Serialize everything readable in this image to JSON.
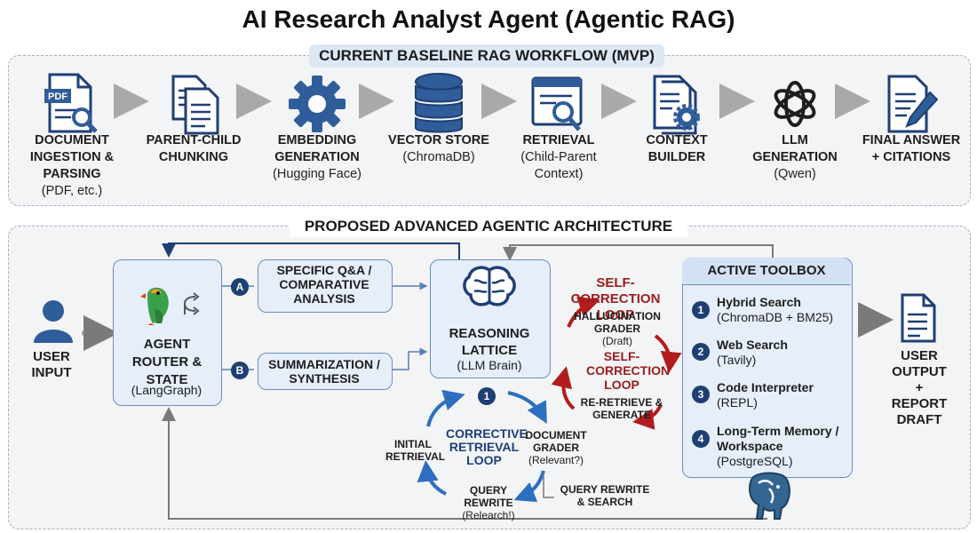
{
  "title": "AI Research Analyst Agent (Agentic RAG)",
  "baseline": {
    "header": "CURRENT BASELINE RAG WORKFLOW (MVP)",
    "pdf_label": "PDF",
    "stages": [
      {
        "name": "DOCUMENT INGESTION & PARSING",
        "sub": "(PDF, etc.)",
        "icon": "document-search-icon"
      },
      {
        "name": "PARENT-CHILD CHUNKING",
        "sub": "",
        "icon": "documents-stack-icon"
      },
      {
        "name": "EMBEDDING GENERATION",
        "sub": "(Hugging Face)",
        "icon": "gear-icon"
      },
      {
        "name": "VECTOR STORE",
        "sub": "(ChromaDB)",
        "icon": "database-icon"
      },
      {
        "name": "RETRIEVAL",
        "sub": "(Child-Parent Context)",
        "icon": "window-search-icon"
      },
      {
        "name": "CONTEXT BUILDER",
        "sub": "",
        "icon": "document-gear-icon"
      },
      {
        "name": "LLM GENERATION",
        "sub": "(Qwen)",
        "icon": "openai-knot-icon"
      },
      {
        "name": "FINAL ANSWER + CITATIONS",
        "sub": "",
        "icon": "document-pen-icon"
      }
    ]
  },
  "advanced": {
    "header": "PROPOSED ADVANCED AGENTIC ARCHITECTURE",
    "user_input": "USER INPUT",
    "router": {
      "title": "AGENT ROUTER & STATE",
      "sub": "(LangGraph)",
      "icon": "parrot-icon"
    },
    "branch_a": {
      "badge": "A",
      "label": "SPECIFIC Q&A / COMPARATIVE ANALYSIS"
    },
    "branch_b": {
      "badge": "B",
      "label": "SUMMARIZATION / SYNTHESIS"
    },
    "reasoning": {
      "title": "REASONING LATTICE",
      "sub": "(LLM Brain)",
      "icon": "brain-icon"
    },
    "self_correction": {
      "title": "SELF-CORRECTION LOOP",
      "inner": "SELF-CORRECTION LOOP",
      "grader": "HALLUCINATION GRADER",
      "grader_sub": "(Draft)",
      "reretrieve": "RE-RETRIEVE & GENERATE"
    },
    "corrective": {
      "badge": "1",
      "title": "CORRECTIVE RETRIEVAL LOOP",
      "initial": "INITIAL RETRIEVAL",
      "doc_grader": "DOCUMENT GRADER",
      "doc_grader_sub": "(Relevant?)",
      "query_rewrite": "QUERY REWRITE",
      "query_rewrite_sub": "(Relearch!)",
      "rewrite_search": "QUERY REWRITE & SEARCH"
    },
    "toolbox": {
      "title": "ACTIVE TOOLBOX",
      "tools": [
        {
          "num": "1",
          "name": "Hybrid Search",
          "sub": "(ChromaDB + BM25)"
        },
        {
          "num": "2",
          "name": "Web Search",
          "sub": "(Tavily)"
        },
        {
          "num": "3",
          "name": "Code Interpreter",
          "sub": "(REPL)"
        },
        {
          "num": "4",
          "name": "Long-Term Memory / Workspace",
          "sub": "(PostgreSQL)"
        }
      ],
      "db_icon": "postgresql-elephant-icon"
    },
    "user_output": "USER OUTPUT + REPORT DRAFT"
  }
}
